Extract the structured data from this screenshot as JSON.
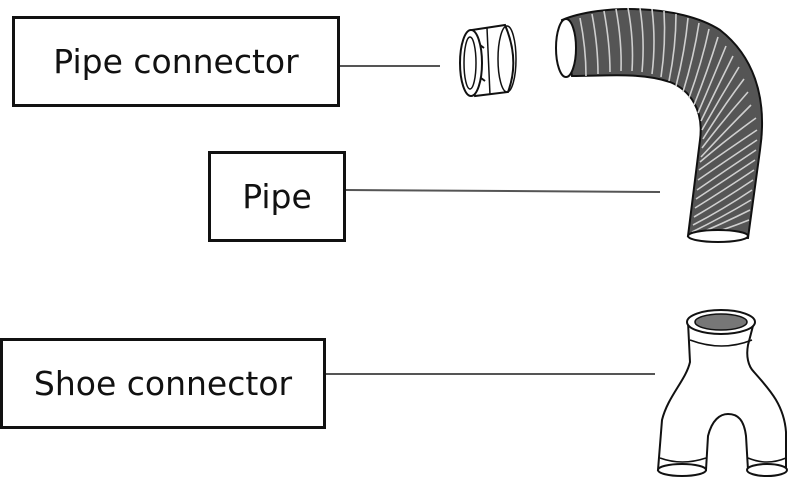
{
  "labels": {
    "pipe_connector": "Pipe connector",
    "pipe": "Pipe",
    "shoe_connector": "Shoe connector"
  },
  "colors": {
    "outline": "#111111",
    "leader_line": "#555555",
    "background": "#ffffff"
  }
}
